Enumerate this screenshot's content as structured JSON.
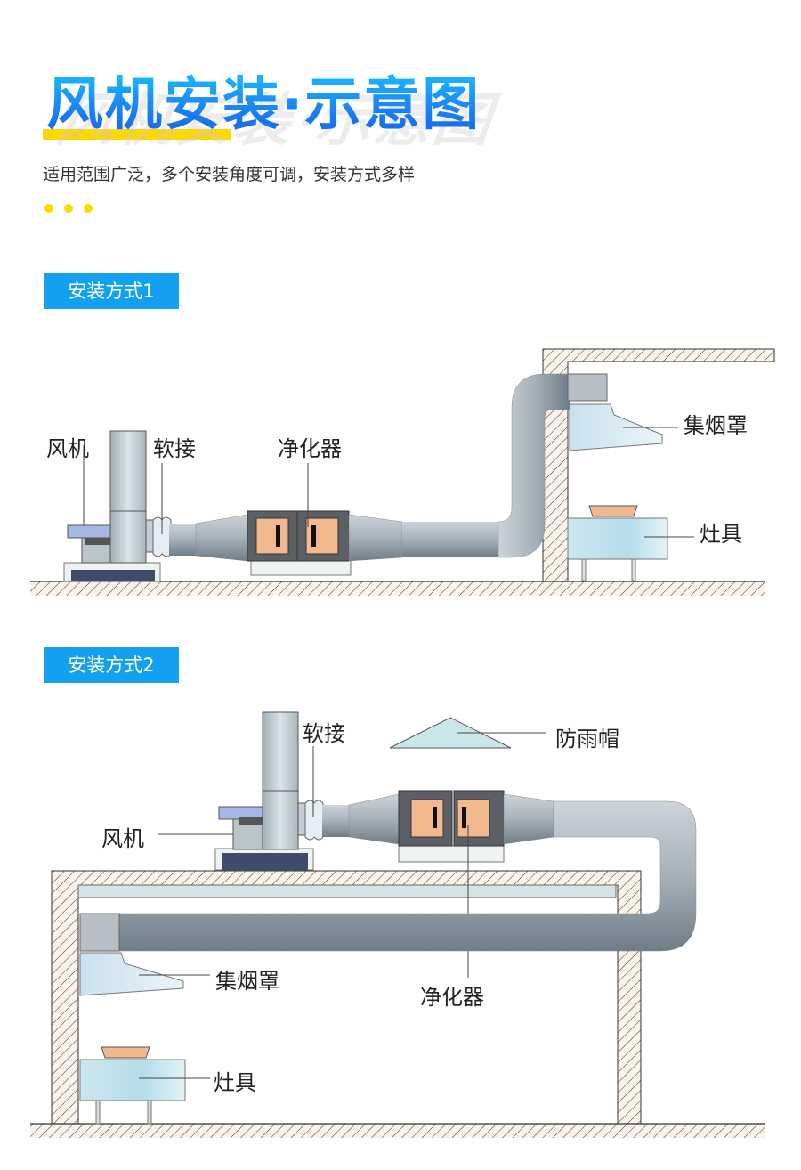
{
  "header": {
    "title": "风机安装·示意图",
    "subtitle": "适用范围广泛，多个安装角度可调，安装方式多样",
    "accent_color": "#1a7ef5",
    "highlight_color": "#ffd800",
    "dots_count": 3
  },
  "method1": {
    "badge": "安装方式1",
    "labels": {
      "fan": "风机",
      "soft_joint": "软接",
      "purifier": "净化器",
      "hood": "集烟罩",
      "stove": "灶具"
    }
  },
  "method2": {
    "badge": "安装方式2",
    "labels": {
      "soft_joint": "软接",
      "rain_cap": "防雨帽",
      "fan": "风机",
      "hood": "集烟罩",
      "purifier": "净化器",
      "stove": "灶具"
    }
  },
  "colors": {
    "badge_bg": "#14a0f0",
    "duct": "#a9b4bc",
    "purifier_body": "#5b5f63",
    "purifier_panel": "#f2b98f",
    "hood": "#d6ebf5",
    "fan_top": "#9fb3e0",
    "fan_base": "#3a4a6a"
  }
}
